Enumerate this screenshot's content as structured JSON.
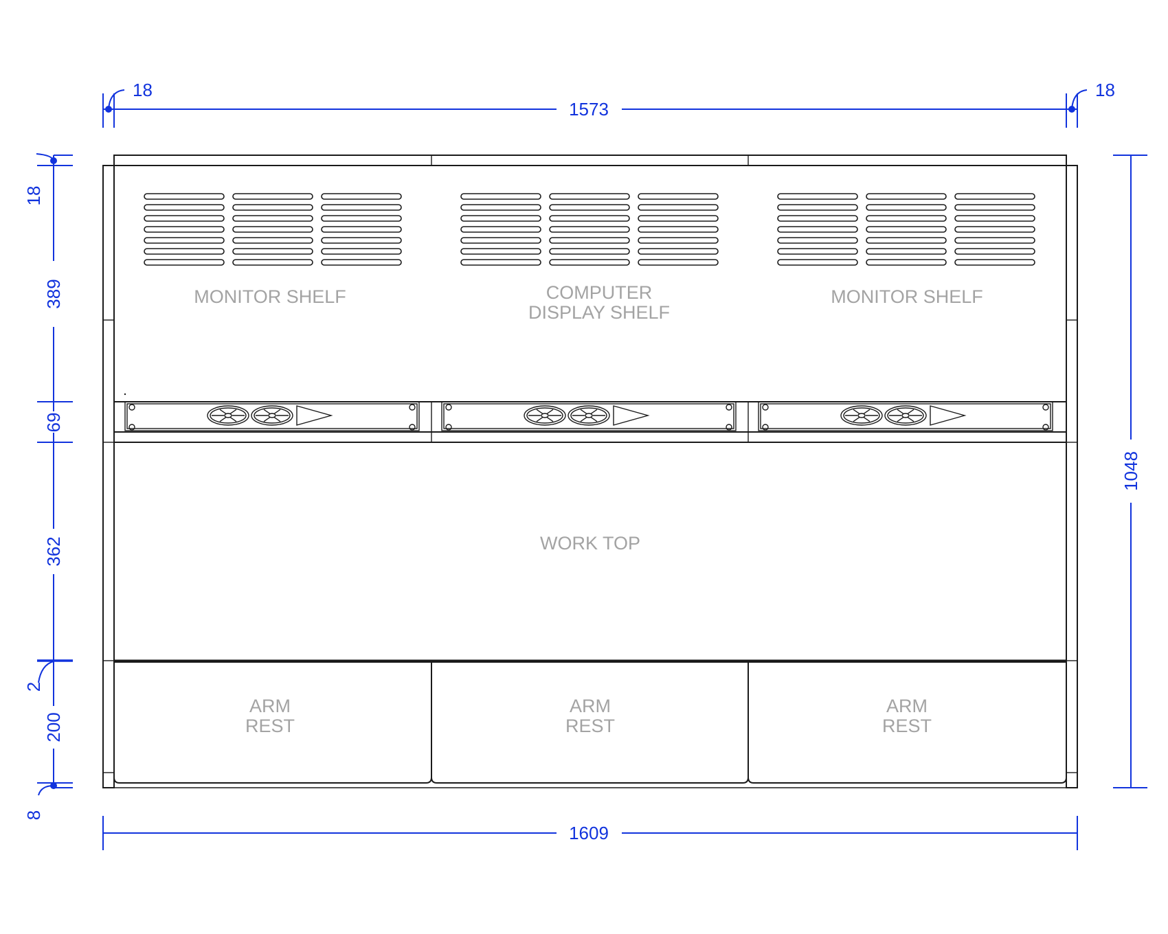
{
  "labels": {
    "monitor_shelf_left": "MONITOR SHELF",
    "computer_shelf_line1": "COMPUTER",
    "computer_shelf_line2": "DISPLAY SHELF",
    "monitor_shelf_right": "MONITOR SHELF",
    "work_top": "WORK TOP",
    "arm_rest_line1": "ARM",
    "arm_rest_line2": "REST"
  },
  "dimensions": {
    "top_left_offset": "18",
    "top_width": "1573",
    "top_right_offset": "18",
    "bottom_width": "1609",
    "total_height": "1048",
    "left_stack": [
      "18",
      "389",
      "69",
      "362",
      "2",
      "200",
      "8"
    ]
  },
  "colors": {
    "dimension": "#1133dd",
    "label": "#a3a3a3",
    "outline": "#1a1a1a"
  }
}
